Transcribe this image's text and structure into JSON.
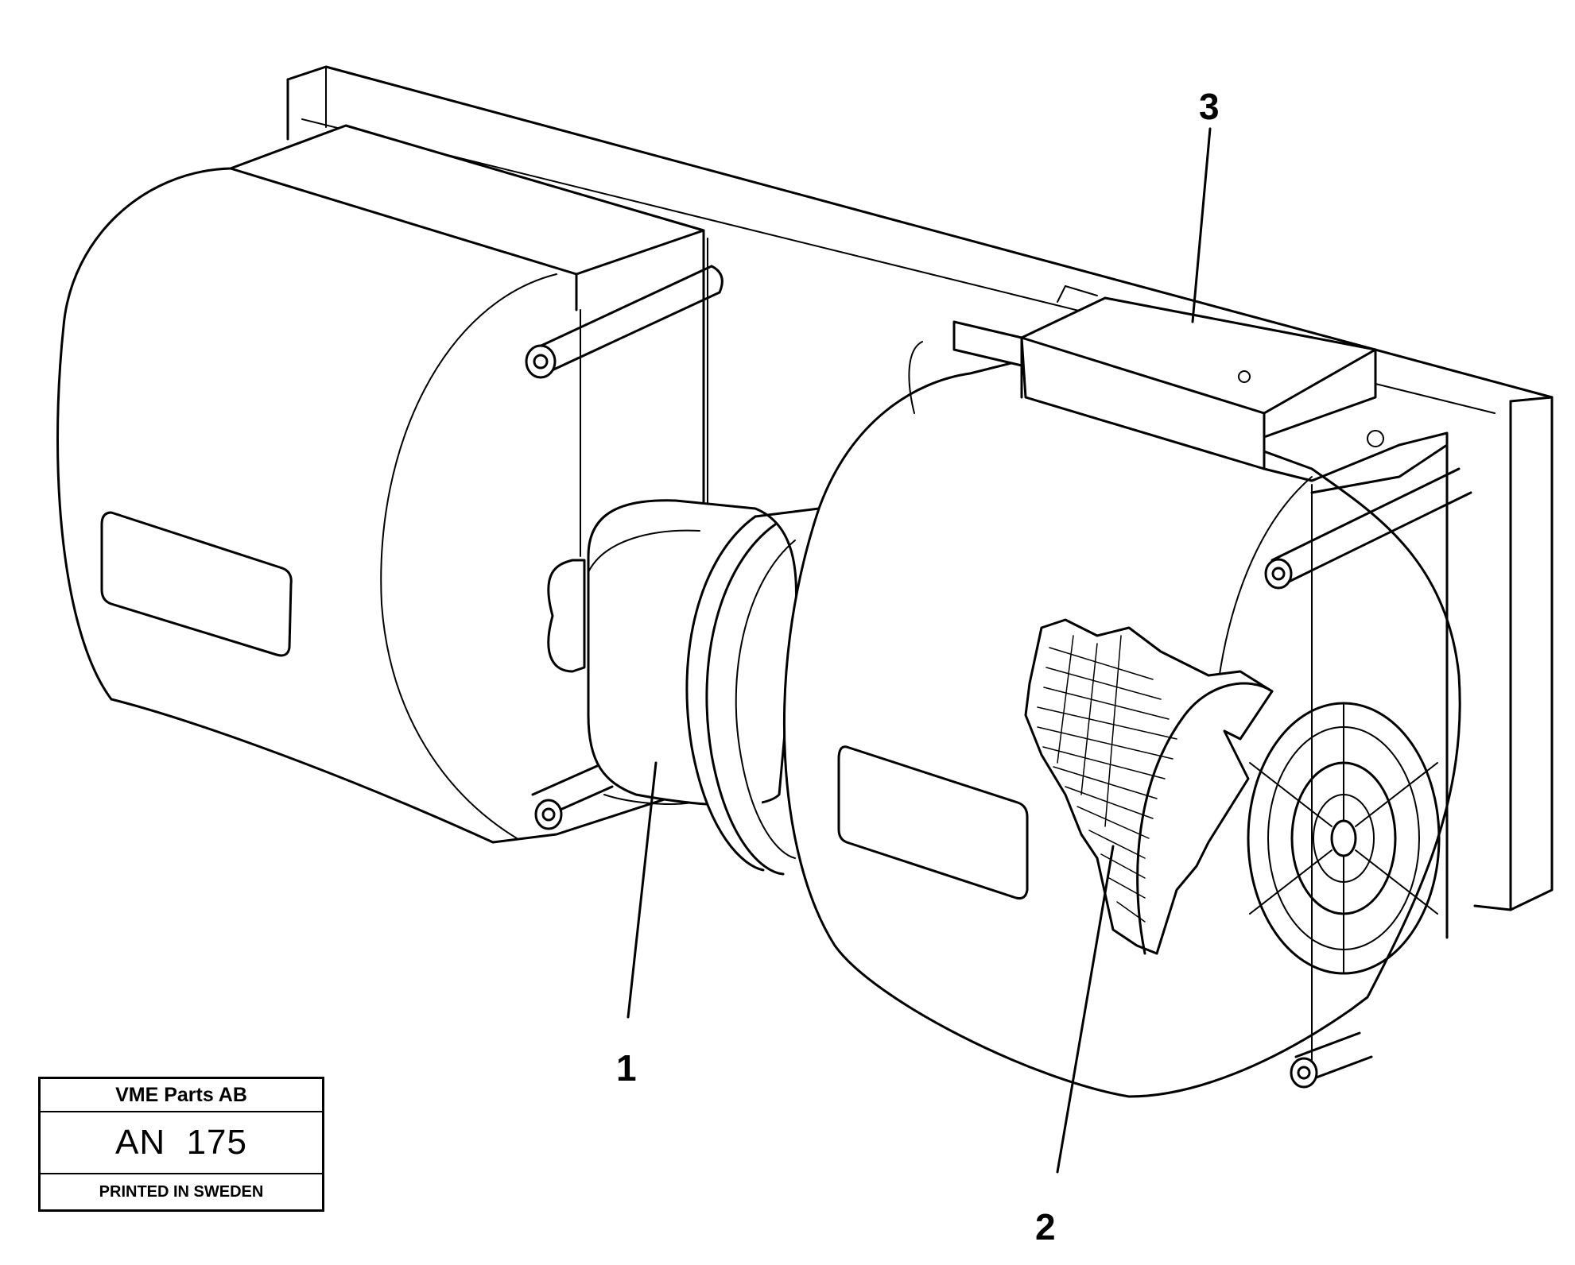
{
  "callouts": [
    {
      "id": "1",
      "label": "1"
    },
    {
      "id": "2",
      "label": "2"
    },
    {
      "id": "3",
      "label": "3"
    }
  ],
  "title_block": {
    "company": "VME Parts AB",
    "code": "AN  175",
    "printed": "PRINTED IN SWEDEN"
  },
  "style": {
    "line_color": "#000000",
    "background": "#ffffff"
  }
}
